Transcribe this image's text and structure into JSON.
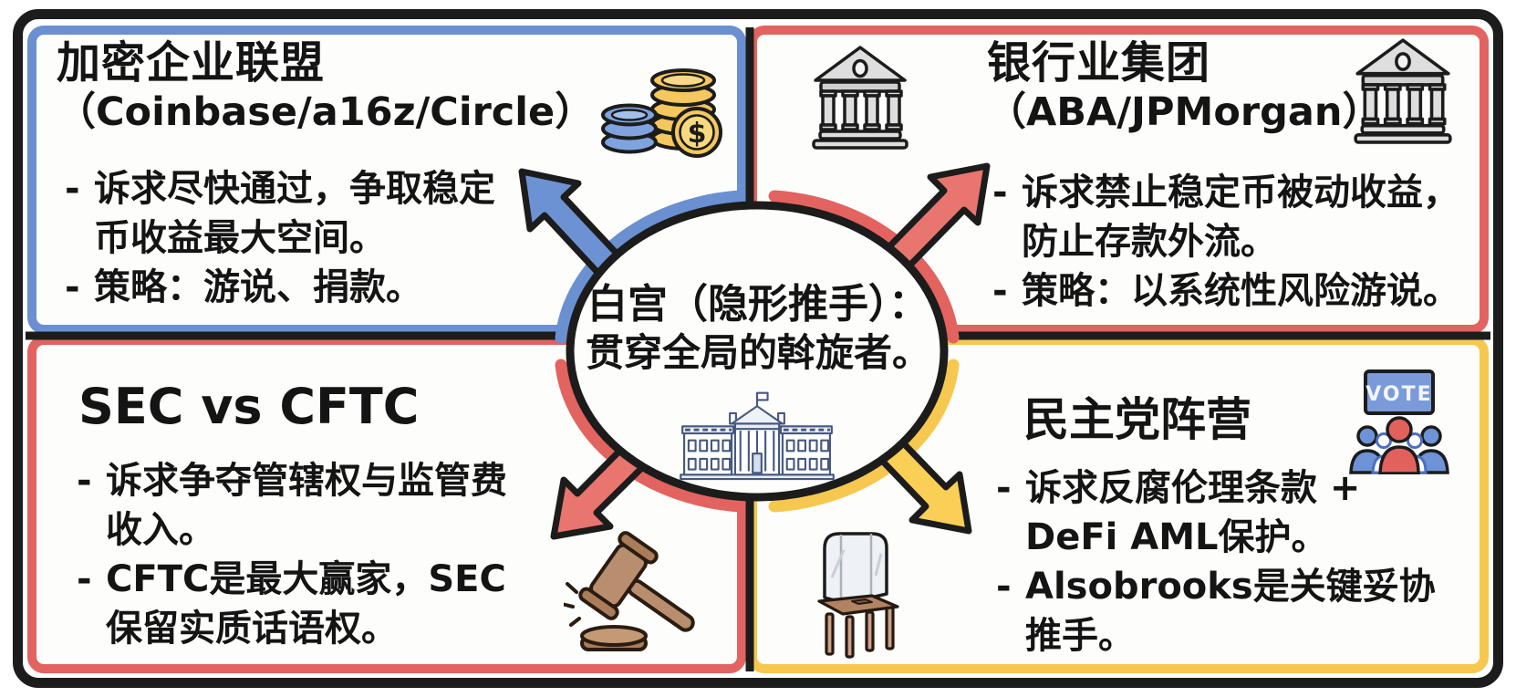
{
  "palette": {
    "blue": "#6a90d2",
    "red": "#e2635f",
    "yellow": "#f6c84f",
    "ink": "#1c1c1c"
  },
  "center": {
    "heading_line1": "白宫（隐形推手）：",
    "heading_line2": "贯穿全局的斡旋者。"
  },
  "bullet_marker": "-",
  "coin_symbol": "$",
  "quadrants": {
    "top_left": {
      "title_line1": "加密企业联盟",
      "title_line2": "（Coinbase/a16z/Circle）",
      "bullets": [
        "诉求尽快通过，争取稳定币收益最大空间。",
        "策略：游说、捐款。"
      ]
    },
    "top_right": {
      "title_line1": "银行业集团",
      "title_line2": "（ABA/JPMorgan）",
      "bullets": [
        "诉求禁止稳定币被动收益，防止存款外流。",
        "策略：以系统性风险游说。"
      ]
    },
    "bottom_left": {
      "title": "SEC vs CFTC",
      "bullets": [
        "诉求争夺管辖权与监管费收入。",
        "CFTC是最大赢家，SEC保留实质话语权。"
      ]
    },
    "bottom_right": {
      "title": "民主党阵营",
      "vote_sign_label": "VOTE",
      "bullets": [
        "诉求反腐伦理条款 + DeFi AML保护。",
        "Alsobrooks是关键妥协推手。"
      ]
    }
  }
}
